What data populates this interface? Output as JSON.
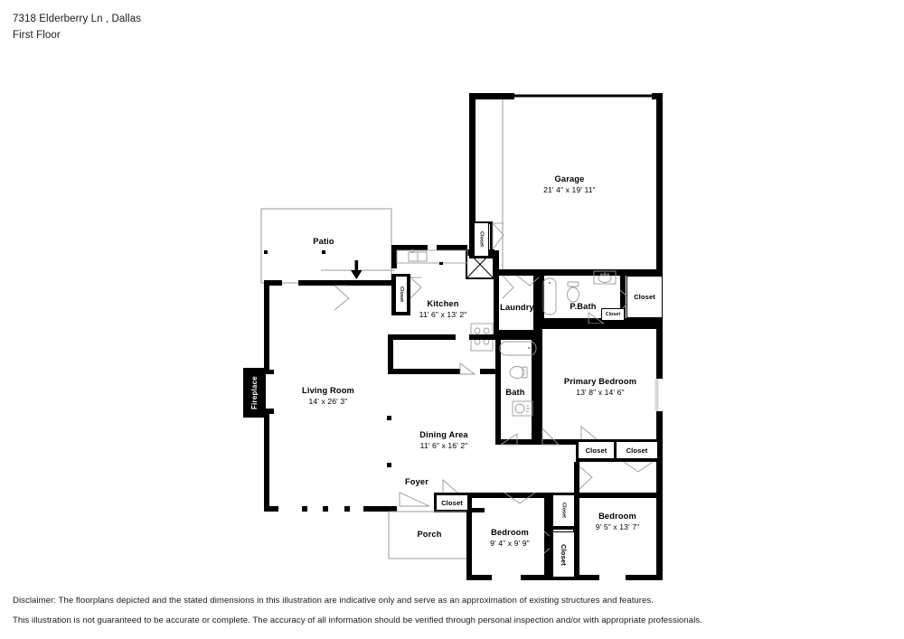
{
  "header": {
    "address": "7318 Elderberry Ln , Dallas",
    "floor": "First Floor"
  },
  "disclaimer": {
    "line1": "Disclaimer: The floorplans depicted and the stated dimensions in this illustration are indicative only and serve as an approximation of existing structures and features.",
    "line2": "This illustration is not guaranteed to be accurate or complete. The accuracy of all information should be verified through personal inspection and/or with appropriate professionals."
  },
  "rooms": {
    "garage": {
      "name": "Garage",
      "dim": "21' 4\" x 19' 11\""
    },
    "patio": {
      "name": "Patio",
      "dim": ""
    },
    "kitchen": {
      "name": "Kitchen",
      "dim": "11' 6\" x 13' 2\""
    },
    "laundry": {
      "name": "Laundry",
      "dim": ""
    },
    "powder_bath": {
      "name": "P.Bath",
      "dim": ""
    },
    "living_room": {
      "name": "Living Room",
      "dim": "14' x 26' 3\""
    },
    "dining_area": {
      "name": "Dining Area",
      "dim": "11' 6\" x 16' 2\""
    },
    "bath": {
      "name": "Bath",
      "dim": ""
    },
    "primary_bedroom": {
      "name": "Primary Bedroom",
      "dim": "13' 8\" x 14' 6\""
    },
    "bedroom_2": {
      "name": "Bedroom",
      "dim": "9' 5\" x 13' 7\""
    },
    "bedroom_3": {
      "name": "Bedroom",
      "dim": "9' 4\" x 9' 9\""
    },
    "foyer": {
      "name": "Foyer",
      "dim": ""
    },
    "porch": {
      "name": "Porch",
      "dim": ""
    }
  },
  "closets": {
    "garage_closet": "Closet",
    "kitchen_closet": "Closet",
    "pbath_hall_closet": "Closet",
    "pbath_inner_closet": "Closet",
    "primary_closet_left": "Closet",
    "primary_closet_right": "Closet",
    "foyer_closet": "Closet",
    "bedroom_closet_upper": "Closet",
    "bedroom_closet_lower": "Closet"
  },
  "features": {
    "fireplace": "Fireplace"
  },
  "icons": {
    "direction_arrow": "down-arrow-icon",
    "sink": "sink-icon",
    "stove": "stove-burners-icon",
    "toilet": "toilet-icon",
    "bathtub": "bathtub-icon",
    "vanity": "vanity-sink-icon",
    "water_heater": "water-heater-icon"
  },
  "colors": {
    "wall": "#000000",
    "fixture_line": "#808080",
    "background": "#ffffff",
    "text": "#1a1a1a"
  }
}
